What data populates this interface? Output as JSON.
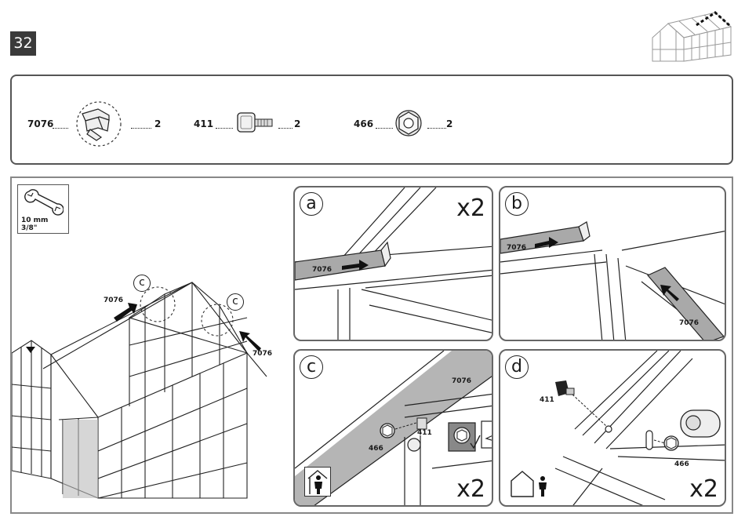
{
  "step": {
    "number": "32"
  },
  "parts": [
    {
      "code": "7076",
      "qty": "2",
      "icon": "profile-clip-icon"
    },
    {
      "code": "411",
      "qty": "2",
      "icon": "square-bolt-icon"
    },
    {
      "code": "466",
      "qty": "2",
      "icon": "hex-nut-icon"
    }
  ],
  "tool": {
    "size_mm": "10 mm",
    "size_in": "3/8\"",
    "icon": "wrench-icon"
  },
  "overview": {
    "callouts": [
      "c",
      "c"
    ],
    "part_labels": [
      "7076",
      "7076"
    ]
  },
  "panels": {
    "a": {
      "letter": "a",
      "multiplier": "x2",
      "part_label": "7076"
    },
    "b": {
      "letter": "b",
      "part_labels": [
        "7076",
        "7076"
      ]
    },
    "c": {
      "letter": "c",
      "multiplier": "x2",
      "labels": [
        "7076",
        "411",
        "466"
      ],
      "icon": "one-person-icon"
    },
    "d": {
      "letter": "d",
      "multiplier": "x2",
      "labels": [
        "411",
        "466"
      ],
      "icon": "house-person-icon"
    }
  },
  "colors": {
    "profile": "#a9a9a9",
    "badge": "#3a3a3a",
    "frame": "#555555"
  }
}
